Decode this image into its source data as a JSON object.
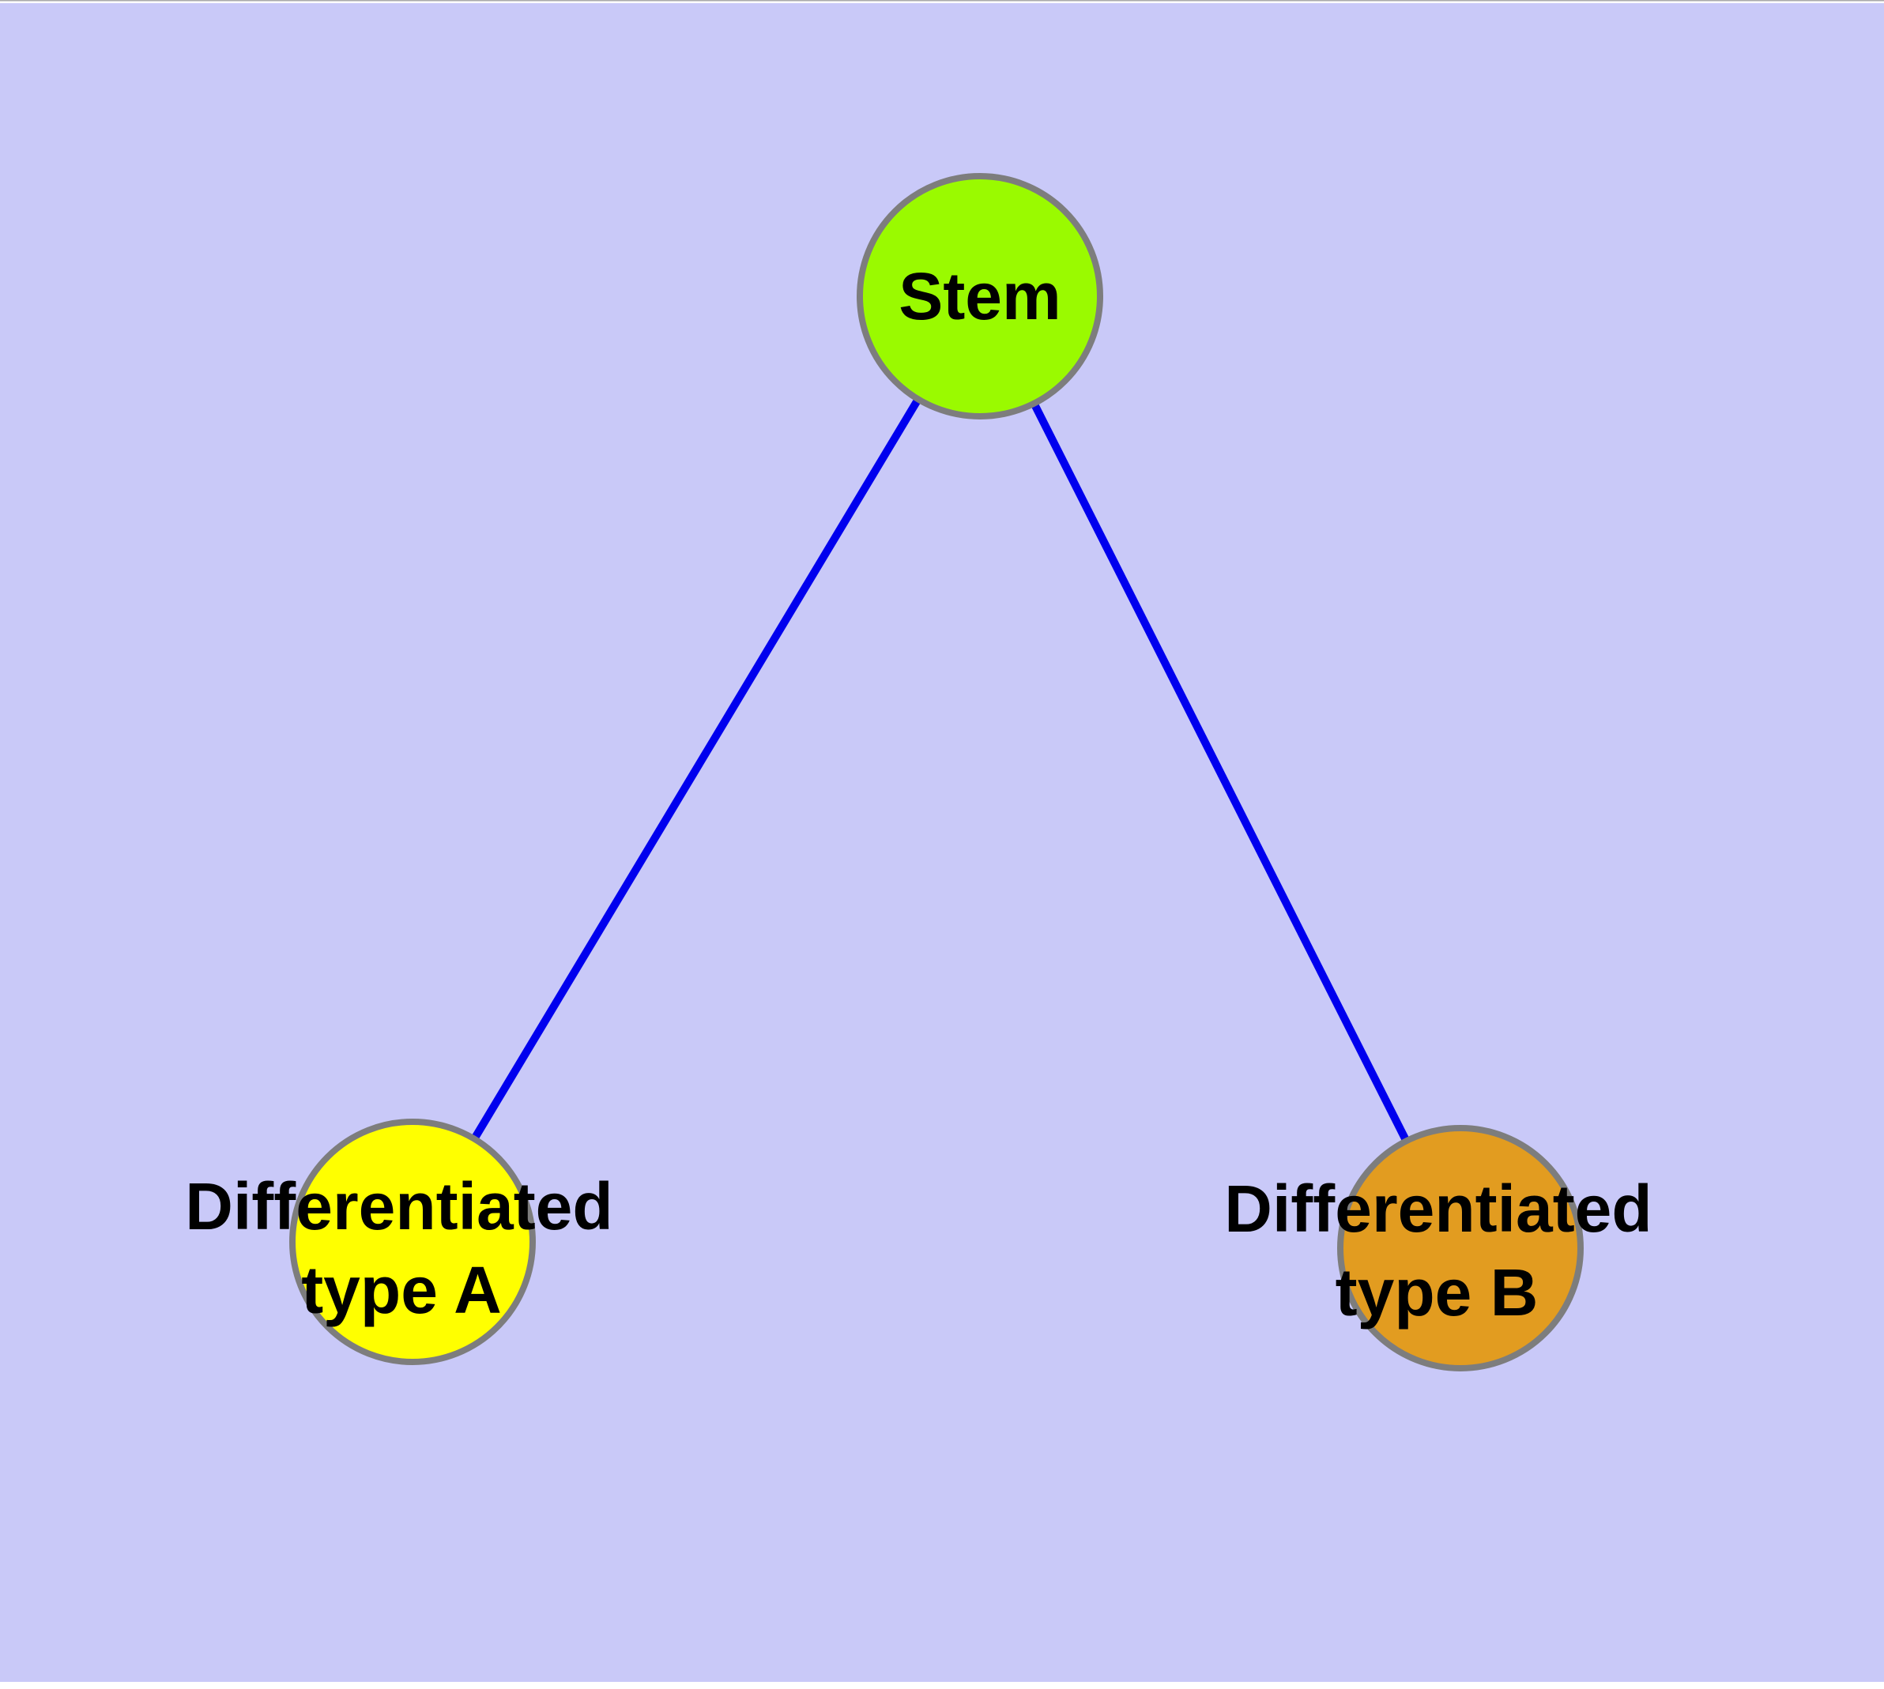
{
  "diagram": {
    "title": "",
    "background_color": "#c9c9f8",
    "page_edge_color": "#ffffff",
    "top_hairline_color": "#aaaaaa",
    "edge_color": "#0000ee",
    "node_border_color": "#7d7d7d",
    "text_color": "#000000",
    "nodes": [
      {
        "id": "stem",
        "label": "Stem",
        "fill": "#9afa00"
      },
      {
        "id": "differentiated-type-a",
        "label_line1": "Differentiated",
        "label_line2": "type A",
        "fill": "#ffff00"
      },
      {
        "id": "differentiated-type-b",
        "label_line1": "Differentiated",
        "label_line2": "type B",
        "fill": "#e29c20"
      }
    ],
    "edges": [
      {
        "from": "stem",
        "to": "differentiated-type-a"
      },
      {
        "from": "stem",
        "to": "differentiated-type-b"
      }
    ]
  }
}
